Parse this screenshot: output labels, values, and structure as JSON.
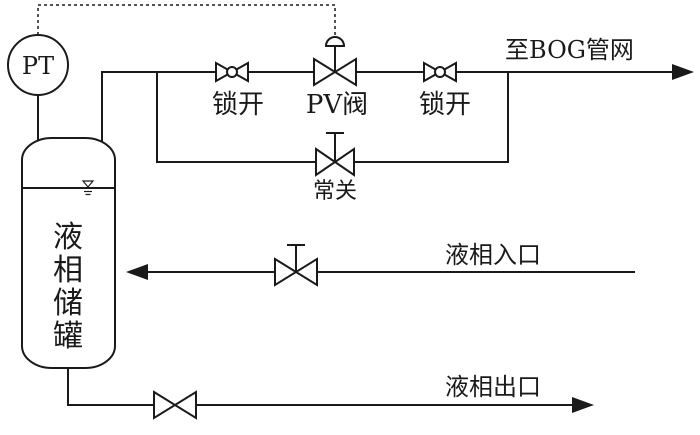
{
  "labels": {
    "pressure_transmitter": "PT",
    "tank_chars": [
      "液",
      "相",
      "储",
      "罐"
    ],
    "lock_open_left": "锁开",
    "pv_valve": "PV阀",
    "lock_open_right": "锁开",
    "normally_closed": "常关",
    "to_bog_network": "至BOG管网",
    "liquid_inlet": "液相入口",
    "liquid_outlet": "液相出口"
  },
  "colors": {
    "line": "#1a1a1a",
    "background": "#ffffff"
  }
}
